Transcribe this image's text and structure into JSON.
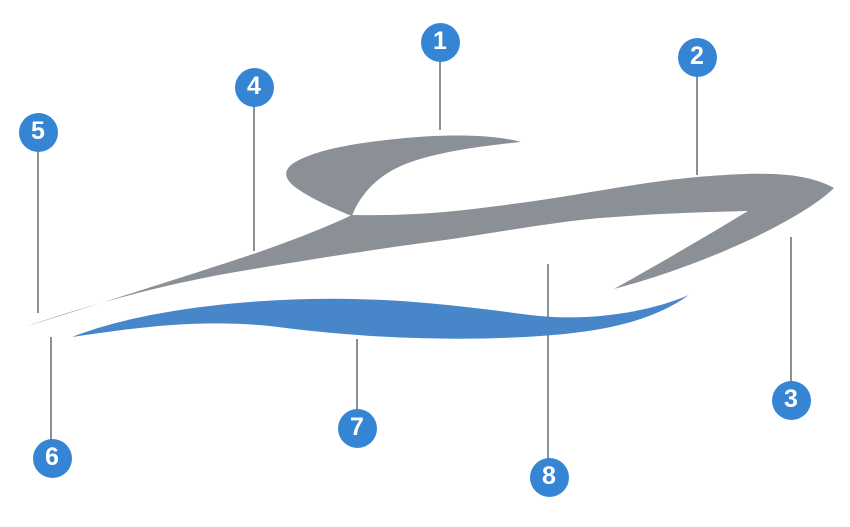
{
  "diagram": {
    "title": "Speedboat profile diagram with numbered callouts",
    "subject": "Stylized side-view speedboat illustration",
    "colors": {
      "marker_blue": "#3585d4",
      "boat_gray": "#8a9096",
      "wave_blue": "#4886ca",
      "leader_line_gray": "#8a9096"
    },
    "shapes": {
      "superstructure": "boat hardtop and windshield arch swoosh",
      "hull": "boat hull sheer line and bow check swoosh",
      "wave": "blue water line accent swoosh"
    },
    "markers": [
      {
        "label": "1"
      },
      {
        "label": "2"
      },
      {
        "label": "3"
      },
      {
        "label": "4"
      },
      {
        "label": "5"
      },
      {
        "label": "6"
      },
      {
        "label": "7"
      },
      {
        "label": "8"
      }
    ]
  }
}
